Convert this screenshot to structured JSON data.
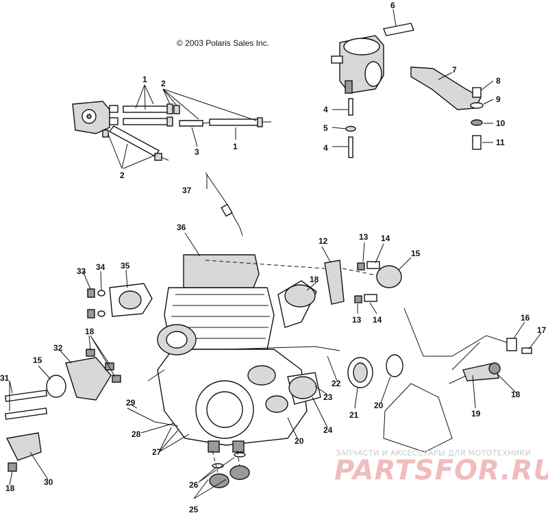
{
  "copyright": "© 2003 Polaris Sales Inc.",
  "watermark": {
    "tagline": "ЗАПЧАСТИ И АКСЕССУАРЫ ДЛЯ МОТОТЕХНИКИ",
    "brand": "PARTSFOR.RU"
  },
  "callouts": {
    "c1a": "1",
    "c1b": "1",
    "c2a": "2",
    "c2b": "2",
    "c3": "3",
    "c4a": "4",
    "c4b": "4",
    "c5": "5",
    "c6": "6",
    "c7": "7",
    "c8": "8",
    "c9": "9",
    "c10": "10",
    "c11": "11",
    "c12": "12",
    "c13a": "13",
    "c13b": "13",
    "c14a": "14",
    "c14b": "14",
    "c15a": "15",
    "c15b": "15",
    "c16": "16",
    "c17": "17",
    "c18a": "18",
    "c18b": "18",
    "c18c": "18",
    "c18d": "18",
    "c19": "19",
    "c20a": "20",
    "c20b": "20",
    "c21": "21",
    "c22": "22",
    "c23": "23",
    "c24": "24",
    "c25": "25",
    "c26": "26",
    "c27": "27",
    "c28": "28",
    "c29": "29",
    "c30": "30",
    "c31": "31",
    "c32": "32",
    "c33": "33",
    "c34": "34",
    "c35": "35",
    "c36": "36",
    "c37": "37"
  }
}
